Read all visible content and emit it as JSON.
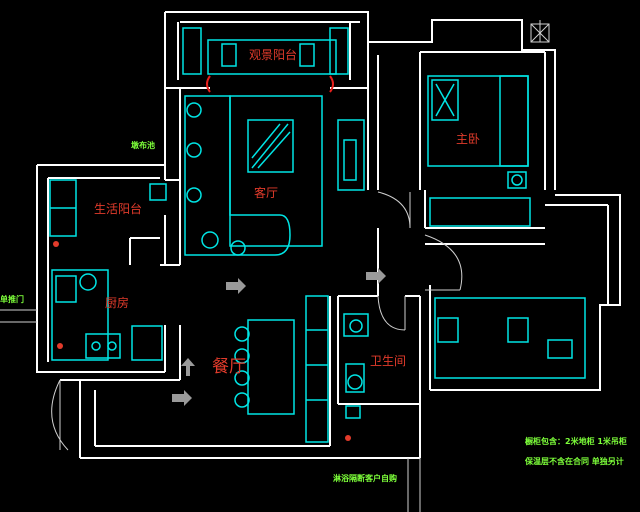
{
  "rooms": {
    "balcony_view": "观景阳台",
    "master_bedroom": "主卧",
    "living_room": "客厅",
    "utility_balcony": "生活阳台",
    "kitchen": "厨房",
    "dining_room": "餐厅",
    "bathroom": "卫生间"
  },
  "notes": {
    "mop_sink": "墩布池",
    "door_single": "单推门",
    "bathroom_partition": "淋浴隔断客户自购",
    "package_line1": "橱柜包含：2米地柜 1米吊柜",
    "package_line2": "保温层不含在合同 单独另计"
  },
  "colors": {
    "wall": "#ffffff",
    "furniture": "#00e5e5",
    "label": "#e23b2b",
    "note": "#7dff3a",
    "arrow": "#9a9a9a",
    "door_accent": "#e8201c"
  }
}
